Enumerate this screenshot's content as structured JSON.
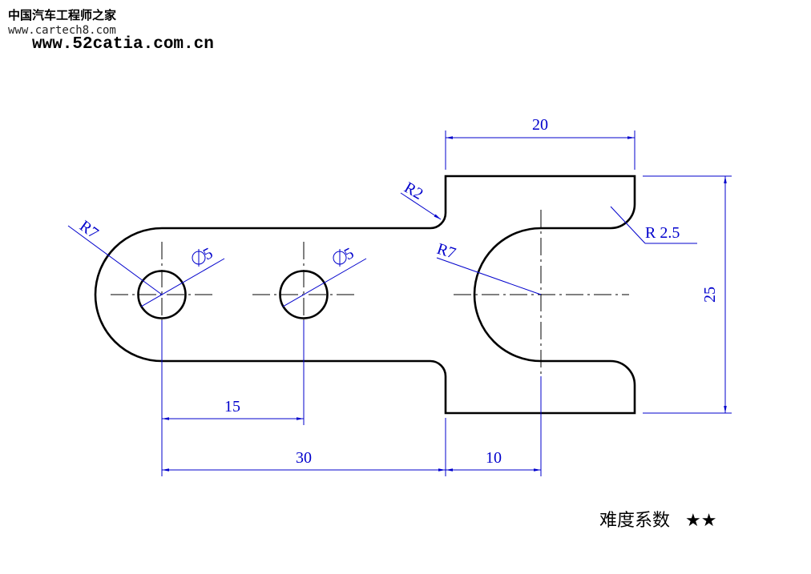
{
  "watermark": {
    "site_cn": "中国汽车工程师之家",
    "site_url1": "www.cartech8.com",
    "site_url2": "www.52catia.com.cn"
  },
  "dimensions": {
    "width_top": "20",
    "height_right": "25",
    "hole_spacing": "15",
    "overall_left": "30",
    "slot_offset": "10",
    "radius_left": "R7",
    "radius_slot": "R7",
    "radius_fillet_small": "R2",
    "radius_fillet_corner": "R 2.5",
    "hole_dia_1": "5",
    "hole_dia_2": "5"
  },
  "rating": {
    "label": "难度系数",
    "stars": "★★"
  }
}
